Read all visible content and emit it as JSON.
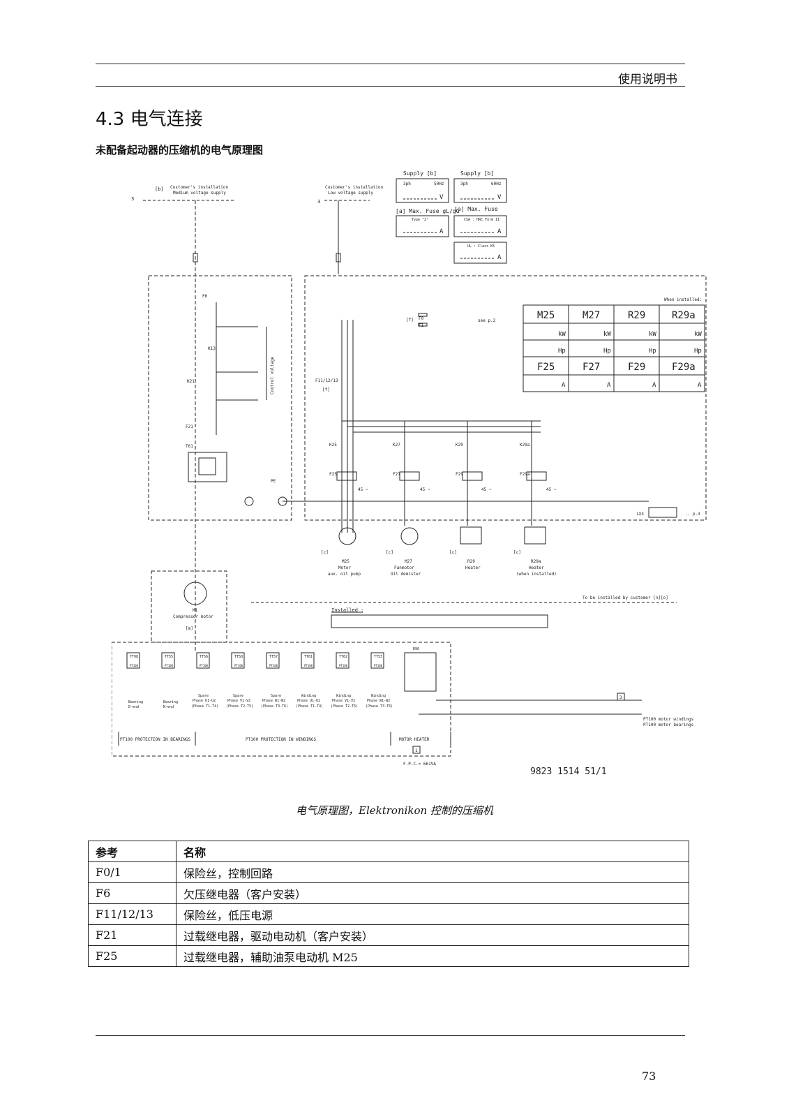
{
  "header": {
    "title": "使用说明书"
  },
  "section": {
    "title": "4.3 电气连接",
    "subtitle": "未配备起动器的压缩机的电气原理图"
  },
  "diagram": {
    "supply_boxes": [
      {
        "label": "Supply [b]",
        "freq_left": "3ph",
        "freq_right": "50Hz",
        "unit": "V"
      },
      {
        "label": "Supply [b]",
        "freq_left": "3ph",
        "freq_right": "60Hz",
        "unit": "V"
      }
    ],
    "fuse_boxes": [
      {
        "label": "[a] Max. Fuse gL/gG",
        "type": "Type \"2\"",
        "unit": "A"
      },
      {
        "label": "[a] Max. Fuse",
        "type": "CSA : HRC Form II",
        "unit": "A"
      },
      {
        "label": "",
        "type": "UL : Class K5",
        "unit": "A"
      }
    ],
    "medium_voltage": {
      "note": "[b]",
      "line1": "Customer's installation",
      "line2": "Medium voltage supply",
      "phase": "3"
    },
    "low_voltage": {
      "line1": "Customer's installation",
      "line2": "Low voltage supply",
      "phase": "3"
    },
    "when_installed": "When installed:",
    "table_headers": [
      "M25",
      "M27",
      "R29",
      "R29a"
    ],
    "fuse_headers": [
      "F25",
      "F27",
      "F29",
      "F29a"
    ],
    "units": {
      "kw": "kW",
      "hp": "Hp",
      "a": "A"
    },
    "control_labels": [
      "F6",
      "K13",
      "K21",
      "F21",
      "T61",
      "PE"
    ],
    "control_voltage": "Control voltage",
    "fuse_f": "F11/12/13",
    "fuse_f_note": "[f]",
    "f0": "F0",
    "f1": "F1",
    "f0_note": "[f]",
    "see_p2": "see p.2",
    "contactors": [
      "K25",
      "K27",
      "K29",
      "K29a"
    ],
    "overloads": [
      "F25",
      "F27",
      "F29",
      "F29a"
    ],
    "overload_note": "45 ~",
    "loads": [
      {
        "tag": "[c]",
        "name": "M25",
        "line1": "Motor",
        "line2": "aux. oil pump"
      },
      {
        "tag": "[c]",
        "name": "M27",
        "line1": "Fanmotor",
        "line2": "Oil demister"
      },
      {
        "tag": "[c]",
        "name": "R29",
        "line1": "Heater",
        "line2": ""
      },
      {
        "tag": "[c]",
        "name": "R29a",
        "line1": "Heater",
        "line2": "(when installed)"
      }
    ],
    "terminal": "1X3",
    "p3": ".. p.3",
    "to_be_installed": "To be installed by customer [n][o]",
    "installed": "Installed :",
    "main_motor": {
      "name": "M1",
      "line1": "Compressor motor",
      "tag": "[m]"
    },
    "sensors": [
      "TT98",
      "TT55",
      "TT56",
      "TT58",
      "TT57",
      "TT61",
      "TT62",
      "TT53"
    ],
    "sensor_sub": "PT100",
    "heater_label": "R96",
    "sensor_captions": [
      [
        "Bearing",
        "D-end",
        ""
      ],
      [
        "Bearing",
        "N-end",
        ""
      ],
      [
        "Spare",
        "Phase U1-U2",
        "(Phase T1-T4)"
      ],
      [
        "Spare",
        "Phase V1-V2",
        "(Phase T2-T5)"
      ],
      [
        "Spare",
        "Phase W1-W2",
        "(Phase T3-T6)"
      ],
      [
        "Winding",
        "Phase U1-U2",
        "(Phase T1-T4)"
      ],
      [
        "Winding",
        "Phase V1-V2",
        "(Phase T2-T5)"
      ],
      [
        "Winding",
        "Phase W1-W2",
        "(Phase T3-T6)"
      ]
    ],
    "protection_labels": [
      "PT100 PROTECTION IN BEARINGS",
      "PT100 PROTECTION IN WINDINGS",
      "MOTOR HEATER"
    ],
    "box_num_1": "1",
    "box_num_3": "3",
    "pt_right_1": "PT100 motor windings",
    "pt_right_2": "PT100 motor bearings",
    "fpc": "F.P.C.= 661VA",
    "drawing_number": "9823 1514 51/1"
  },
  "caption": "电气原理图，Elektronikon 控制的压缩机",
  "table": {
    "headers": [
      "参考",
      "名称"
    ],
    "rows": [
      [
        "F0/1",
        "保险丝，控制回路"
      ],
      [
        "F6",
        "欠压继电器（客户安装）"
      ],
      [
        "F11/12/13",
        "保险丝，低压电源"
      ],
      [
        "F21",
        "过载继电器，驱动电动机（客户安装）"
      ],
      [
        "F25",
        "过载继电器，辅助油泵电动机 M25"
      ]
    ]
  },
  "page_number": "73"
}
